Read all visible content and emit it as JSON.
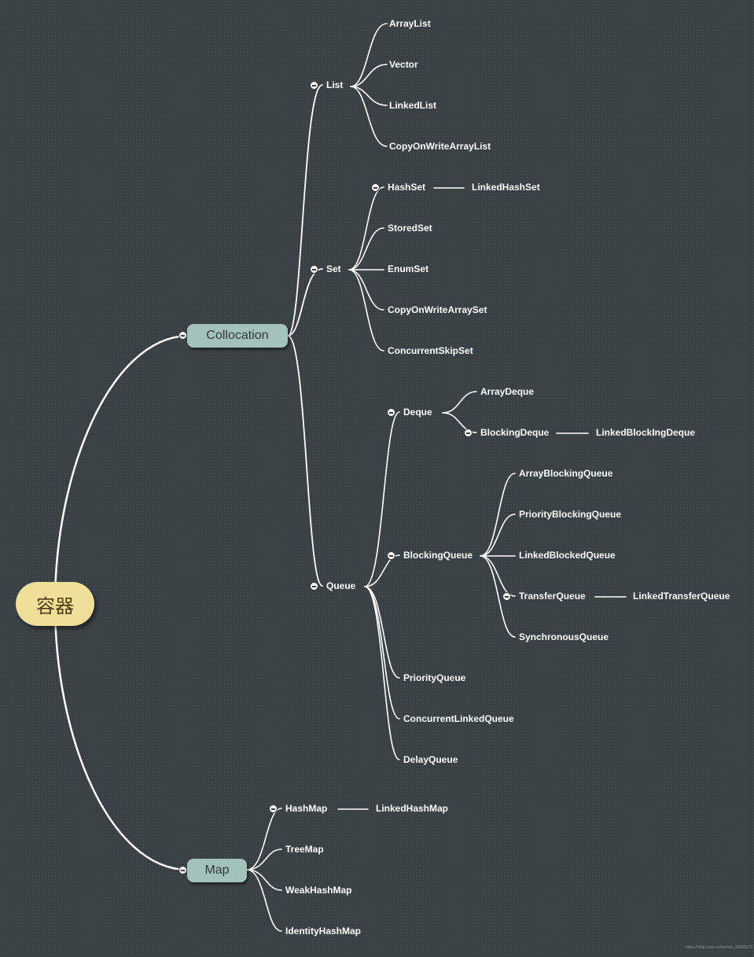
{
  "root": {
    "label": "容器"
  },
  "branches": {
    "collocation": {
      "label": "Collocation",
      "list": {
        "label": "List",
        "children": [
          "ArrayList",
          "Vector",
          "LinkedList",
          "CopyOnWriteArrayList"
        ]
      },
      "set": {
        "label": "Set",
        "hashset": {
          "label": "HashSet",
          "child": "LinkedHashSet"
        },
        "children": [
          "StoredSet",
          "EnumSet",
          "CopyOnWriteArraySet",
          "ConcurrentSkipSet"
        ]
      },
      "queue": {
        "label": "Queue",
        "deque": {
          "label": "Deque",
          "arraydeque": "ArrayDeque",
          "blockingdeque": {
            "label": "BlockingDeque",
            "child": "LinkedBlockIngDeque"
          }
        },
        "blockingqueue": {
          "label": "BlockingQueue",
          "children": [
            "ArrayBlockingQueue",
            "PriorityBlockingQueue",
            "LinkedBlockedQueue"
          ],
          "transferqueue": {
            "label": "TransferQueue",
            "child": "LinkedTransferQueue"
          },
          "synchronousqueue": "SynchronousQueue"
        },
        "children": [
          "PriorityQueue",
          "ConcurrentLinkedQueue",
          "DelayQueue"
        ]
      }
    },
    "map": {
      "label": "Map",
      "hashmap": {
        "label": "HashMap",
        "child": "LinkedHashMap"
      },
      "children": [
        "TreeMap",
        "WeakHashMap",
        "IdentityHashMap"
      ]
    }
  },
  "watermark": "https://blog.csdn.net/weixin_42688273"
}
